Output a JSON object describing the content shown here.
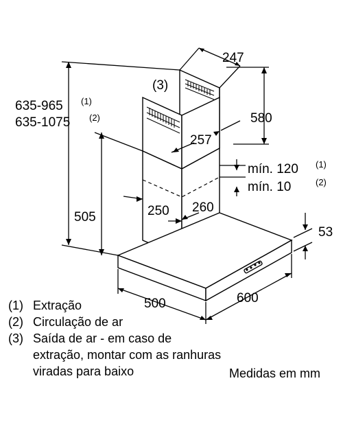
{
  "labels": {
    "vent_note": "(3)",
    "width_top": "247",
    "chimney_height": "580",
    "height_range_1": "635-965",
    "height_range_1_ref": "(1)",
    "height_range_2": "635-1075",
    "height_range_2_ref": "(2)",
    "depth_upper": "257",
    "min_1": "mín. 120",
    "min_1_ref": "(1)",
    "min_2": "mín. 10",
    "min_2_ref": "(2)",
    "lower_height": "505",
    "lower_width": "250",
    "lower_depth": "260",
    "canopy_height": "53",
    "canopy_width": "500",
    "canopy_depth": "600"
  },
  "legend": [
    {
      "num": "(1)",
      "text": "Extração"
    },
    {
      "num": "(2)",
      "text": "Circulação de ar"
    },
    {
      "num": "(3)",
      "text": "Saída de ar - em caso de",
      "cont": [
        "extração, montar com as ranhuras",
        "viradas para baixo"
      ]
    }
  ],
  "units": "Medidas em mm"
}
